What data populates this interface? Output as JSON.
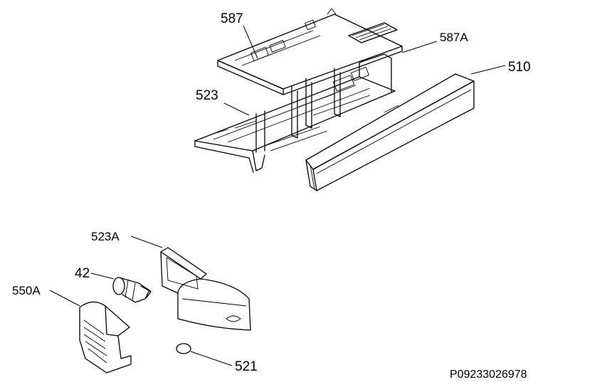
{
  "labels": {
    "p587": "587",
    "p587A": "587A",
    "p510": "510",
    "p523": "523",
    "p523A": "523A",
    "p42": "42",
    "p550A": "550A",
    "p521": "521"
  },
  "drawing_code": "P09233026978"
}
